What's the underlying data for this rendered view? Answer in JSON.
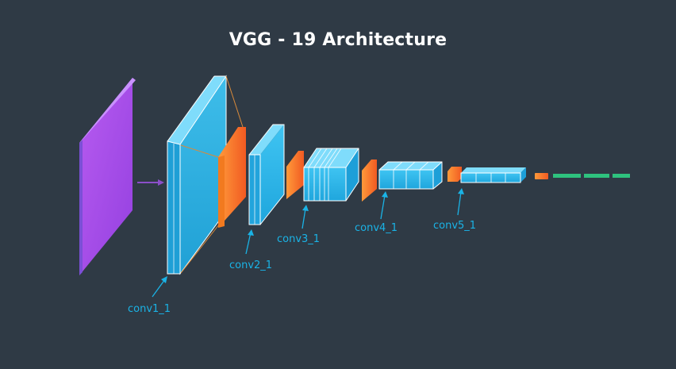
{
  "title": "VGG - 19 Architecture",
  "labels": {
    "conv1_1": "conv1_1",
    "conv2_1": "conv2_1",
    "conv3_1": "conv3_1",
    "conv4_1": "conv4_1",
    "conv5_1": "conv5_1"
  },
  "colors": {
    "background": "#2f3a45",
    "input": "#a24de6",
    "conv": "#29b5e8",
    "pool": "#ff7a2a",
    "fc": "#2ec27e",
    "label": "#1ab3e6",
    "input_arrow": "#8b4fc9"
  }
}
